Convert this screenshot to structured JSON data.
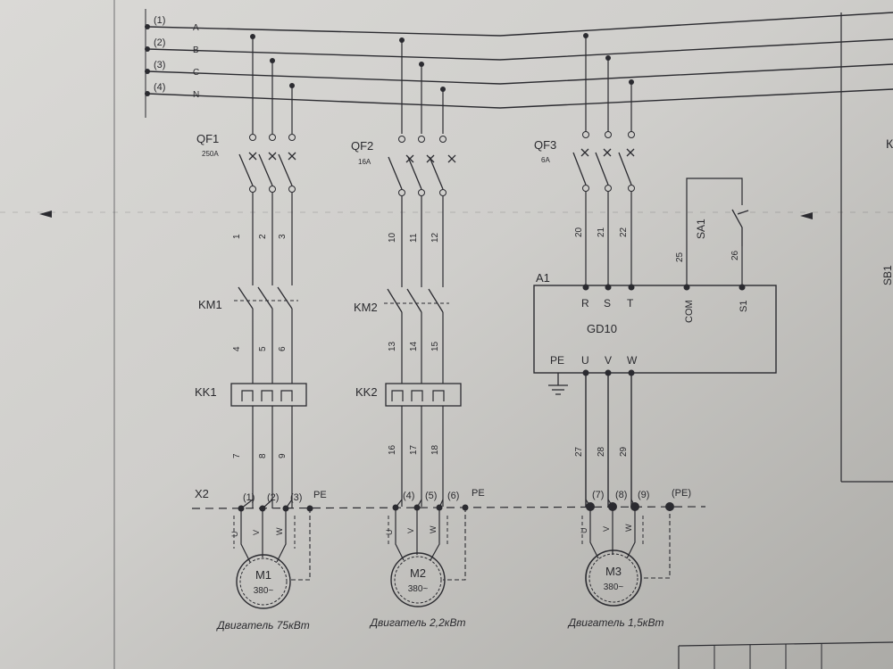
{
  "bus": {
    "phases": [
      {
        "num": "(1)",
        "name": "A"
      },
      {
        "num": "(2)",
        "name": "B"
      },
      {
        "num": "(3)",
        "name": "C"
      },
      {
        "num": "(4)",
        "name": "N"
      }
    ]
  },
  "breakers": [
    {
      "label": "QF1",
      "rating": "250A"
    },
    {
      "label": "QF2",
      "rating": "16A"
    },
    {
      "label": "QF3",
      "rating": "6A"
    }
  ],
  "contactors": [
    {
      "label": "KM1"
    },
    {
      "label": "KM2"
    }
  ],
  "thermal_relays": [
    {
      "label": "KK1"
    },
    {
      "label": "KK2"
    }
  ],
  "wires": {
    "top1": [
      "1",
      "2",
      "3"
    ],
    "top2": [
      "10",
      "11",
      "12"
    ],
    "top3": [
      "20",
      "21",
      "22"
    ],
    "mid1": [
      "4",
      "5",
      "6"
    ],
    "mid2": [
      "13",
      "14",
      "15"
    ],
    "low1": [
      "7",
      "8",
      "9"
    ],
    "low2": [
      "16",
      "17",
      "18"
    ],
    "low3": [
      "27",
      "28",
      "29"
    ],
    "sa1": [
      "25",
      "26"
    ]
  },
  "drive": {
    "ref": "A1",
    "model": "GD10",
    "inputs": [
      "R",
      "S",
      "T"
    ],
    "com": "COM",
    "s1": "S1",
    "pe": "PE",
    "outputs": [
      "U",
      "V",
      "W"
    ]
  },
  "switch": {
    "label": "SA1"
  },
  "terminal_block": {
    "label": "X2",
    "group1": [
      "(1)",
      "(2)",
      "(3)",
      "PE"
    ],
    "group2": [
      "(4)",
      "(5)",
      "(6)",
      "PE"
    ],
    "group3": [
      "(7)",
      "(8)",
      "(9)",
      "(PE)"
    ]
  },
  "motor_leads": [
    "U",
    "V",
    "W"
  ],
  "motors": [
    {
      "label": "M1",
      "voltage": "380~",
      "caption": "Двигатель 75кВт"
    },
    {
      "label": "M2",
      "voltage": "380~",
      "caption": "Двигатель 2,2кВт"
    },
    {
      "label": "M3",
      "voltage": "380~",
      "caption": "Двигатель 1,5кВт"
    }
  ],
  "right_margin": {
    "k_letter": "К",
    "sb_text": "SB1"
  }
}
